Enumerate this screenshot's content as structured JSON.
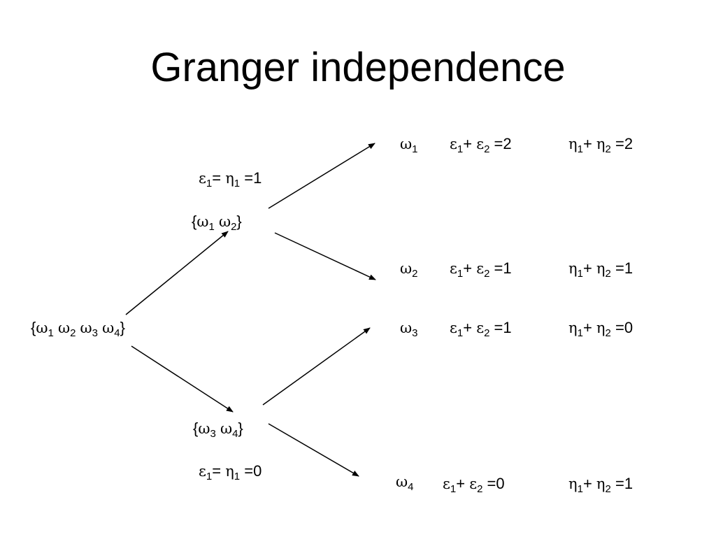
{
  "title": "Granger independence",
  "tree": {
    "root": [
      "1",
      "2",
      "3",
      "4"
    ],
    "upper_set": [
      "1",
      "2"
    ],
    "lower_set": [
      "3",
      "4"
    ],
    "upper_condition_value": "1",
    "lower_condition_value": "0"
  },
  "outcomes": [
    {
      "omega": "1",
      "eps_sum": "2",
      "eta_sum": "2"
    },
    {
      "omega": "2",
      "eps_sum": "1",
      "eta_sum": "1"
    },
    {
      "omega": "3",
      "eps_sum": "1",
      "eta_sum": "0"
    },
    {
      "omega": "4",
      "eps_sum": "0",
      "eta_sum": "1"
    }
  ]
}
